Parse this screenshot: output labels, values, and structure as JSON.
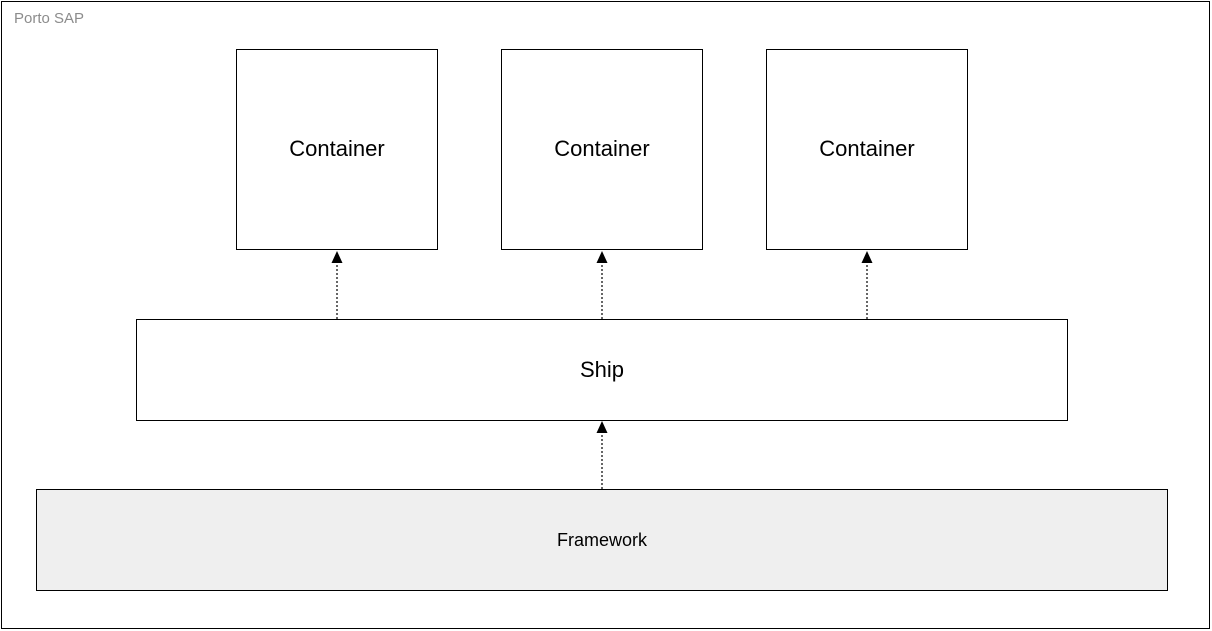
{
  "frame": {
    "title": "Porto SAP"
  },
  "containers": [
    {
      "label": "Container"
    },
    {
      "label": "Container"
    },
    {
      "label": "Container"
    }
  ],
  "ship": {
    "label": "Ship"
  },
  "framework": {
    "label": "Framework",
    "fill_color": "#efefef"
  },
  "connectors": {
    "style": "dotted",
    "color": "#000000"
  }
}
